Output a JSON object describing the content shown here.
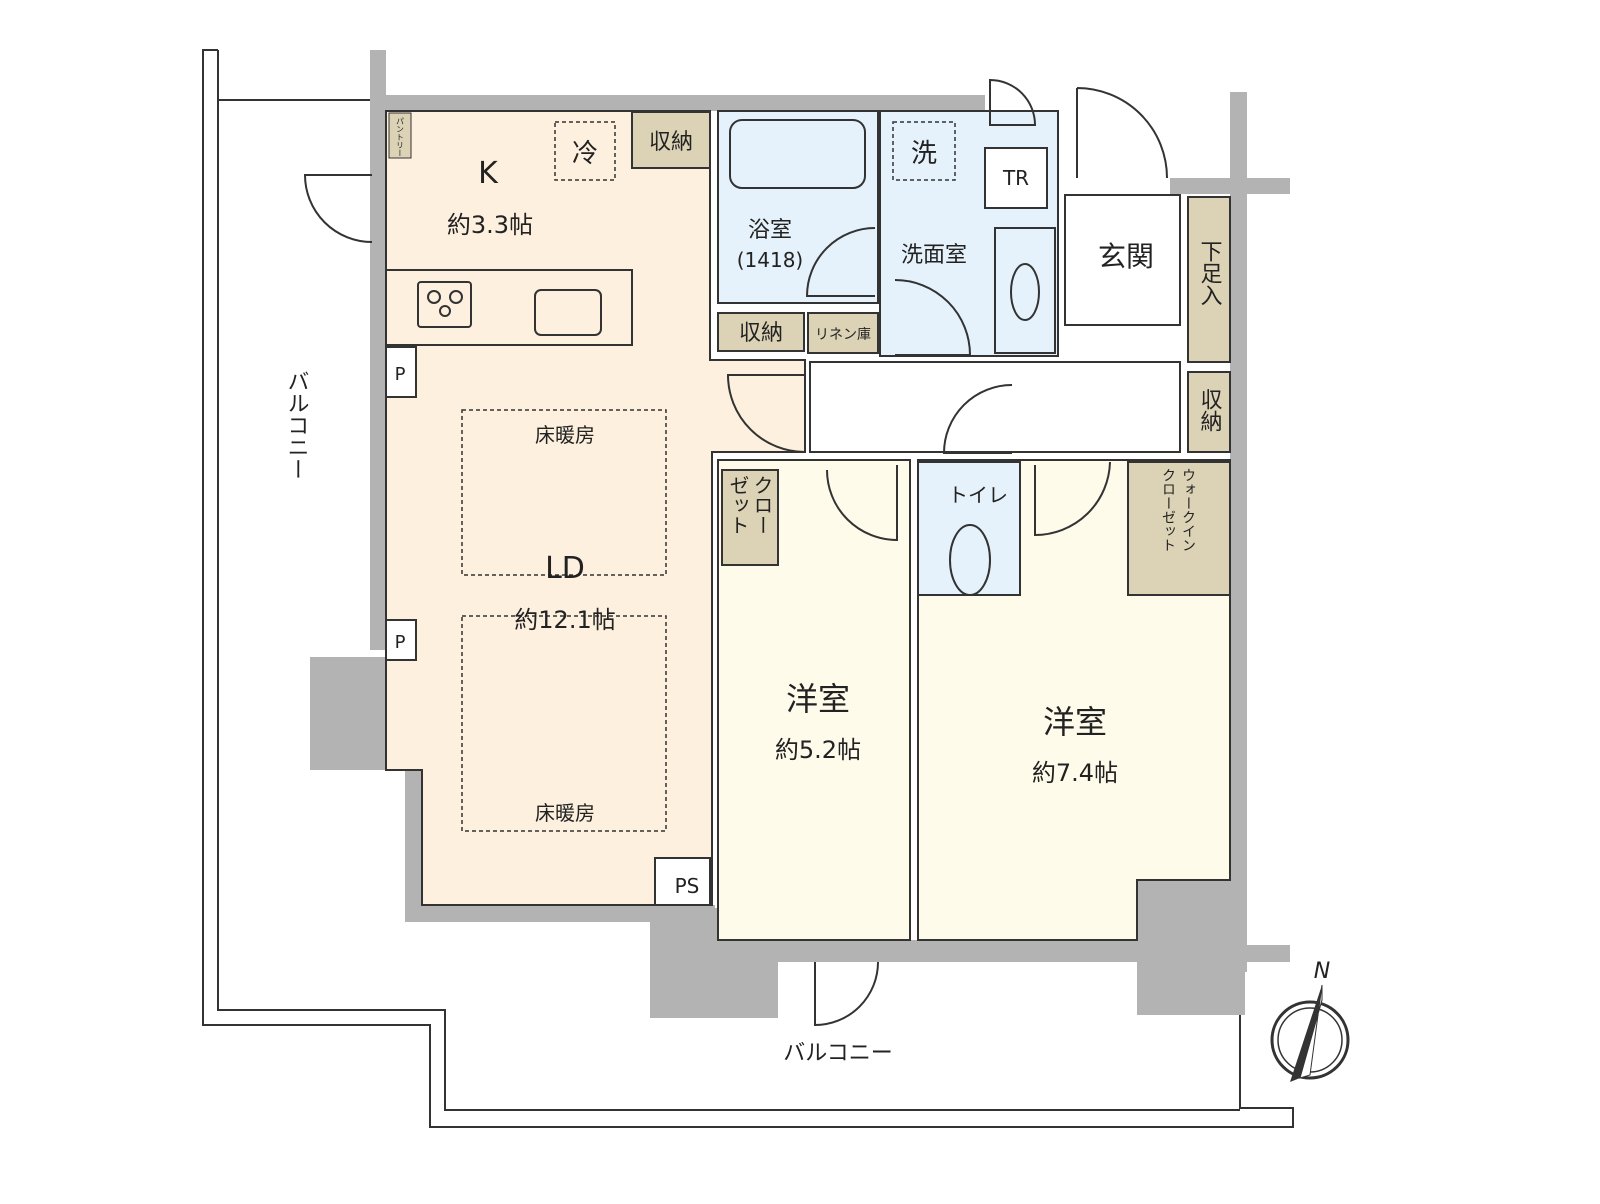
{
  "colors": {
    "wall": "#b3b3b3",
    "ldk_floor": "#fdf0de",
    "wet_area": "#e5f2fb",
    "storage": "#dcd3b6",
    "bedroom_floor": "#fefbeb",
    "line": "#333333"
  },
  "rooms": {
    "kitchen": {
      "name": "K",
      "size": "約3.3帖"
    },
    "fridge": "冷",
    "pantry": "パントリー",
    "storage_kitchen": "収納",
    "bath": {
      "name": "浴室",
      "size": "(1418)"
    },
    "washer": "洗",
    "tr": "TR",
    "washroom": "洗面室",
    "entrance": "玄関",
    "shoe_storage": "下足入",
    "storage_hall": "収納",
    "storage_bath": "収納",
    "linen": "リネン庫",
    "pipe_1": "P",
    "pipe_2": "P",
    "floor_heating_1": "床暖房",
    "floor_heating_2": "床暖房",
    "ld": {
      "name": "LD",
      "size": "約12.1帖"
    },
    "closet": {
      "lines": [
        "クロー",
        "ゼット"
      ]
    },
    "toilet": "トイレ",
    "walk_in_closet": {
      "lines": [
        "ウォークイン",
        "クローゼット"
      ]
    },
    "bedroom_1": {
      "name": "洋室",
      "size": "約5.2帖"
    },
    "bedroom_2": {
      "name": "洋室",
      "size": "約7.4帖"
    },
    "ps": "PS",
    "balcony_west": "バルコニー",
    "balcony_south": "バルコニー"
  },
  "compass": {
    "label": "N",
    "icon": "north-arrow-icon"
  }
}
